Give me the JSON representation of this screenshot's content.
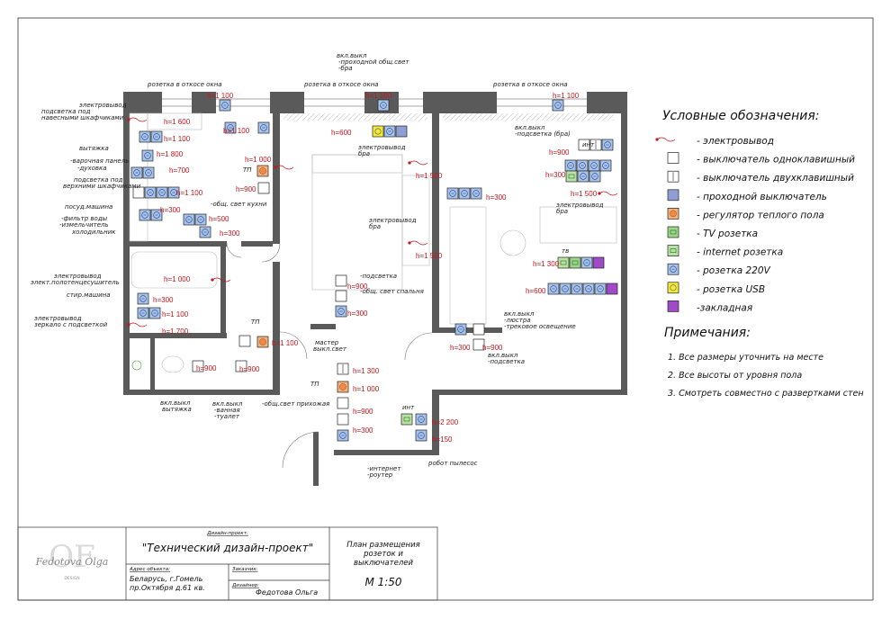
{
  "colors": {
    "wall": "#5a5a5a",
    "red": "#c4161c",
    "socket_blue": "#a9c4ea",
    "usb_yellow": "#f3ea3c",
    "internet_green": "#b9e3a5",
    "tv_green": "#9bd68a",
    "thermostat_orange": "#f4b27d",
    "passthrough_blue": "#8f9fd4",
    "embed_purple": "#a14ac9"
  },
  "legend": {
    "title": "Условные обозначения:",
    "items": [
      {
        "icon": "cable-outlet-icon",
        "label": "- электровывод"
      },
      {
        "icon": "single-switch-icon",
        "label": "- выключатель одноклавишный"
      },
      {
        "icon": "double-switch-icon",
        "label": "- выключатель двухклавишный"
      },
      {
        "icon": "passthrough-switch-icon",
        "label": "- проходной выключатель"
      },
      {
        "icon": "floor-thermostat-icon",
        "label": "- регулятор теплого пола"
      },
      {
        "icon": "tv-socket-icon",
        "label": "- TV розетка"
      },
      {
        "icon": "internet-socket-icon",
        "label": "- internet розетка"
      },
      {
        "icon": "socket-220-icon",
        "label": "- розетка 220V"
      },
      {
        "icon": "usb-socket-icon",
        "label": "- розетка USB"
      },
      {
        "icon": "embedded-box-icon",
        "label": "-закладная"
      }
    ]
  },
  "notes": {
    "title": "Примечания:",
    "items": [
      "1. Все размеры уточнить на месте",
      "2. Все высоты от уровня пола",
      "3. Смотреть совместно с развертками стен"
    ]
  },
  "plan": {
    "labels": {
      "window_slope_1": "розетка в откосе окна",
      "window_slope_2": "розетка в откосе окна",
      "window_slope_3": "розетка в откосе окна",
      "elec_upper_cab_1": "электровывод",
      "elec_upper_cab_2": "подсветка под",
      "elec_upper_cab_3": "навесными шкафчиками",
      "hood": "вытяжка",
      "hob_1": "-варочная панель",
      "hob_2": "-духовка",
      "upper_cab_light_1": "подсветка под",
      "upper_cab_light_2": "верхними шкафчиками",
      "dishwasher": "посуд.машина",
      "water_filter_1": "-фильтр воды",
      "water_filter_2": "-измельчитель",
      "fridge": "холодильник",
      "towel_1": "электровывод",
      "towel_2": "элект.полотенцесушитель",
      "washer": "стир.машина",
      "mirror_1": "электровывод",
      "mirror_2": "зеркало с подсветкой",
      "kitchen_light": "-общ. свет кухни",
      "tp_kitchen": "ТП",
      "tp_hall": "ТП",
      "tp_corridor": "ТП",
      "bath_fan_1": "вкл.выкл",
      "bath_fan_2": "вытяжка",
      "bath_sw_1": "вкл.выкл",
      "bath_sw_2": "-ванная",
      "bath_sw_3": "-туалет",
      "hall_light": "-общ.свет прихожая",
      "master_1": "мастер",
      "master_2": "выкл.свет",
      "passthrough_1": "вкл.выкл",
      "passthrough_2": "-проходной общ.свет",
      "passthrough_3": "-бра",
      "bra_elec_1": "электровывод",
      "bra_elec_2": "бра",
      "bra_elec_3": "электровывод",
      "bra_elec_4": "бра",
      "bedroom_1": "-подсветка",
      "bedroom_2": "-общ. свет спальня",
      "bra_right_1": "вкл.выкл",
      "bra_right_2": "-подсветка (бра)",
      "elec_right_1": "электровывод",
      "elec_right_2": "бра",
      "living_sw_1": "вкл.выкл",
      "living_sw_2": "-люстра",
      "living_sw_3": "-трековое освещение",
      "living_sw_4": "вкл.выкл",
      "living_sw_5": "-подсветка",
      "router_1": "-интернет",
      "router_2": "-роутер",
      "robot": "робот пылесос",
      "int_1": "инт",
      "int_2": "инт",
      "tv_1": "тв"
    },
    "heights": {
      "h1100_a": "h=1 100",
      "h1600": "h=1 600",
      "h1100_b": "h=1 100",
      "h1100_win1": "h=1 100",
      "h1800": "h=1 800",
      "h700": "h=700",
      "h1100_c": "h=1 100",
      "h300_a": "h=300",
      "h500": "h=500",
      "h300_b": "h=300",
      "h1000_k": "h=1 000",
      "h900_k": "h=900",
      "h1000_bath": "h=1 000",
      "h300_c": "h=300",
      "h1100_d": "h=1 100",
      "h1700": "h=1 700",
      "h1100_e": "h=1 100",
      "h900_a": "h=900",
      "h900_b": "h=900",
      "h600": "h=600",
      "h1100_win2": "h=1 100",
      "h1500_a": "h=1 500",
      "h1500_b": "h=1 500",
      "h900_c": "h=900",
      "h300_d": "h=300",
      "h1300_a": "h=1 300",
      "h1000_c": "h=1 000",
      "h900_d": "h=900",
      "h300_e": "h=300",
      "h1100_win3": "h=1 100",
      "h900_e": "h=900",
      "h300_f": "h=300",
      "h1500_c": "h=1 500",
      "h300_g": "h=300",
      "h1300_b": "h=1 300",
      "h600_b": "h=600",
      "h300_h": "h=300",
      "h900_f": "h=900",
      "h2200": "h=2 200",
      "h150": "h=150"
    }
  },
  "title_block": {
    "project_caption": "Дизайн-проект:",
    "project_title": "\"Технический дизайн-проект\"",
    "address_caption": "Адрес объекта:",
    "address_line1": "Беларусь, г.Гомель",
    "address_line2": "пр.Октября д.61 кв.",
    "customer_caption": "Заказчик:",
    "designer_caption": "Дизайнер:",
    "designer_name": "Федотова Ольга",
    "sheet_title_1": "План размещения",
    "sheet_title_2": "розеток и",
    "sheet_title_3": "выключателей",
    "scale": "М 1:50",
    "logo_mark": "OF",
    "logo_signature": "Fedotova Olga",
    "logo_sub": "DESIGN"
  }
}
